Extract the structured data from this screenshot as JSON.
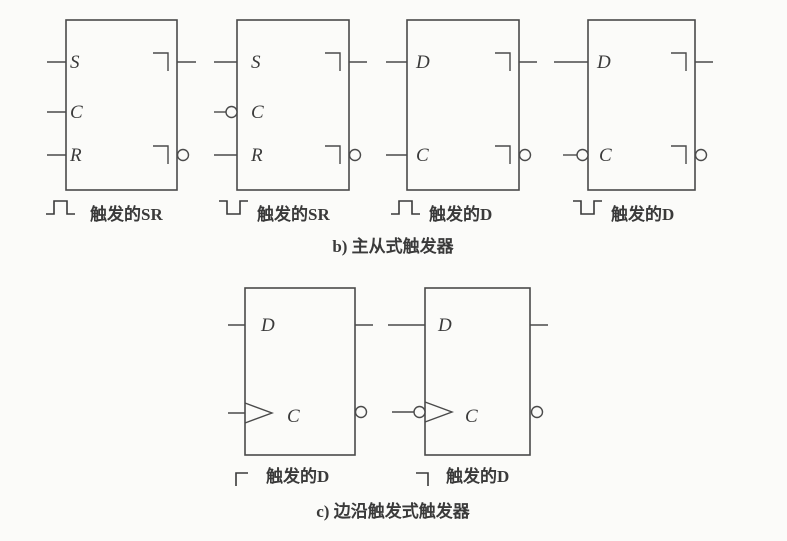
{
  "master_slave": {
    "section_caption": "b) 主从式触发器",
    "blocks": [
      {
        "inputs": [
          "S",
          "C",
          "R"
        ],
        "clock_inverted": false,
        "caption": "触发的SR",
        "pulse_icon": "positive-pulse-icon"
      },
      {
        "inputs": [
          "S",
          "C",
          "R"
        ],
        "clock_inverted": true,
        "caption": "触发的SR",
        "pulse_icon": "negative-pulse-icon"
      },
      {
        "inputs": [
          "D",
          "C"
        ],
        "clock_inverted": false,
        "caption": "触发的D",
        "pulse_icon": "positive-pulse-icon"
      },
      {
        "inputs": [
          "D",
          "C"
        ],
        "clock_inverted": true,
        "caption": "触发的D",
        "pulse_icon": "negative-pulse-icon"
      }
    ]
  },
  "edge_triggered": {
    "section_caption": "c) 边沿触发式触发器",
    "blocks": [
      {
        "inputs": [
          "D",
          "C"
        ],
        "clock_inverted": false,
        "caption": "触发的D",
        "edge_icon": "rising-edge-icon"
      },
      {
        "inputs": [
          "D",
          "C"
        ],
        "clock_inverted": true,
        "caption": "触发的D",
        "edge_icon": "falling-edge-icon"
      }
    ]
  }
}
